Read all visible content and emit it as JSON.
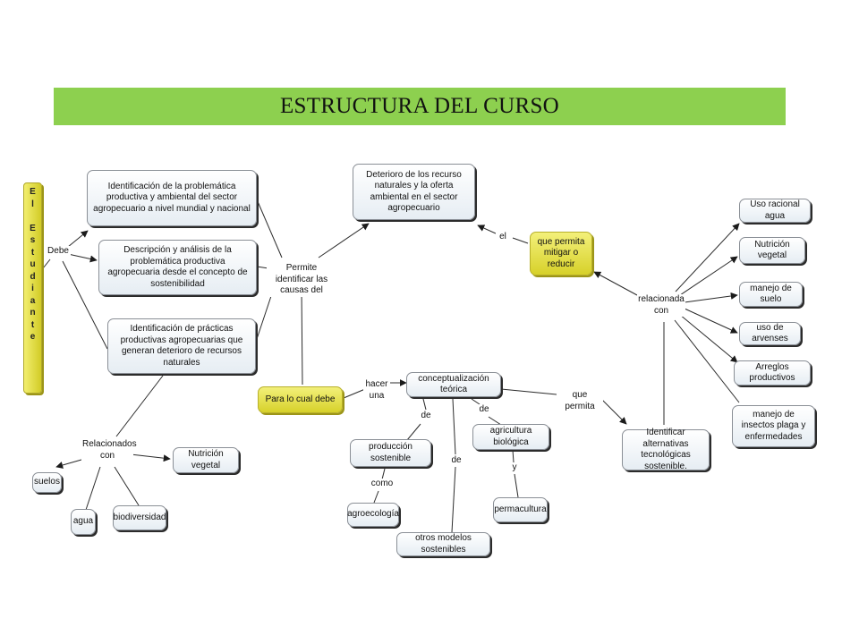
{
  "title": "ESTRUCTURA DEL CURSO",
  "student_chars": [
    "E",
    "l",
    "",
    "E",
    "s",
    "t",
    "u",
    "d",
    "i",
    "a",
    "n",
    "t",
    "e"
  ],
  "nodes": {
    "ident_problematica": "Identificación de la problemática productiva y ambiental del sector agropecuario a nivel mundial y nacional",
    "descripcion": "Descripción y análisis de la problemática productiva agropecuaria desde el concepto de sostenibilidad",
    "practicas": "Identificación de prácticas productivas agropecuarias que generan deterioro de recursos naturales",
    "deterioro": "Deterioro de los recurso naturales y la oferta ambiental en el sector agropecuario",
    "mitigar": "que permita mitigar o reducir",
    "para_lo_cual": "Para lo cual debe",
    "conceptualizacion": "conceptualización teórica",
    "produccion": "producción sostenible",
    "agroecologia": "agroecología",
    "otros_modelos": "otros modelos sostenibles",
    "agricultura": "agricultura biológica",
    "permacultura": "permacultura",
    "identificar_alt": "Identificar alternativas tecnológicas sostenible.",
    "uso_agua": "Uso racional agua",
    "nutricion_r": "Nutrición vegetal",
    "suelo": "manejo de suelo",
    "arvenses": "uso de arvenses",
    "arreglos": "Arreglos productivos",
    "insectos": "manejo de insectos plaga y enfermedades",
    "suelos": "suelos",
    "agua": "agua",
    "biodiversidad": "biodiversidad",
    "nutricion_l": "Nutrición vegetal"
  },
  "labels": {
    "debe": "Debe",
    "permite": "Permite identificar las causas del",
    "el": "el",
    "relacionada": "relacionada con",
    "hacer": "hacer una",
    "de1": "de",
    "de2": "de",
    "de3": "de",
    "como": "como",
    "y": "y",
    "que_permita": "que permita",
    "relacionados": "Relacionados con"
  }
}
